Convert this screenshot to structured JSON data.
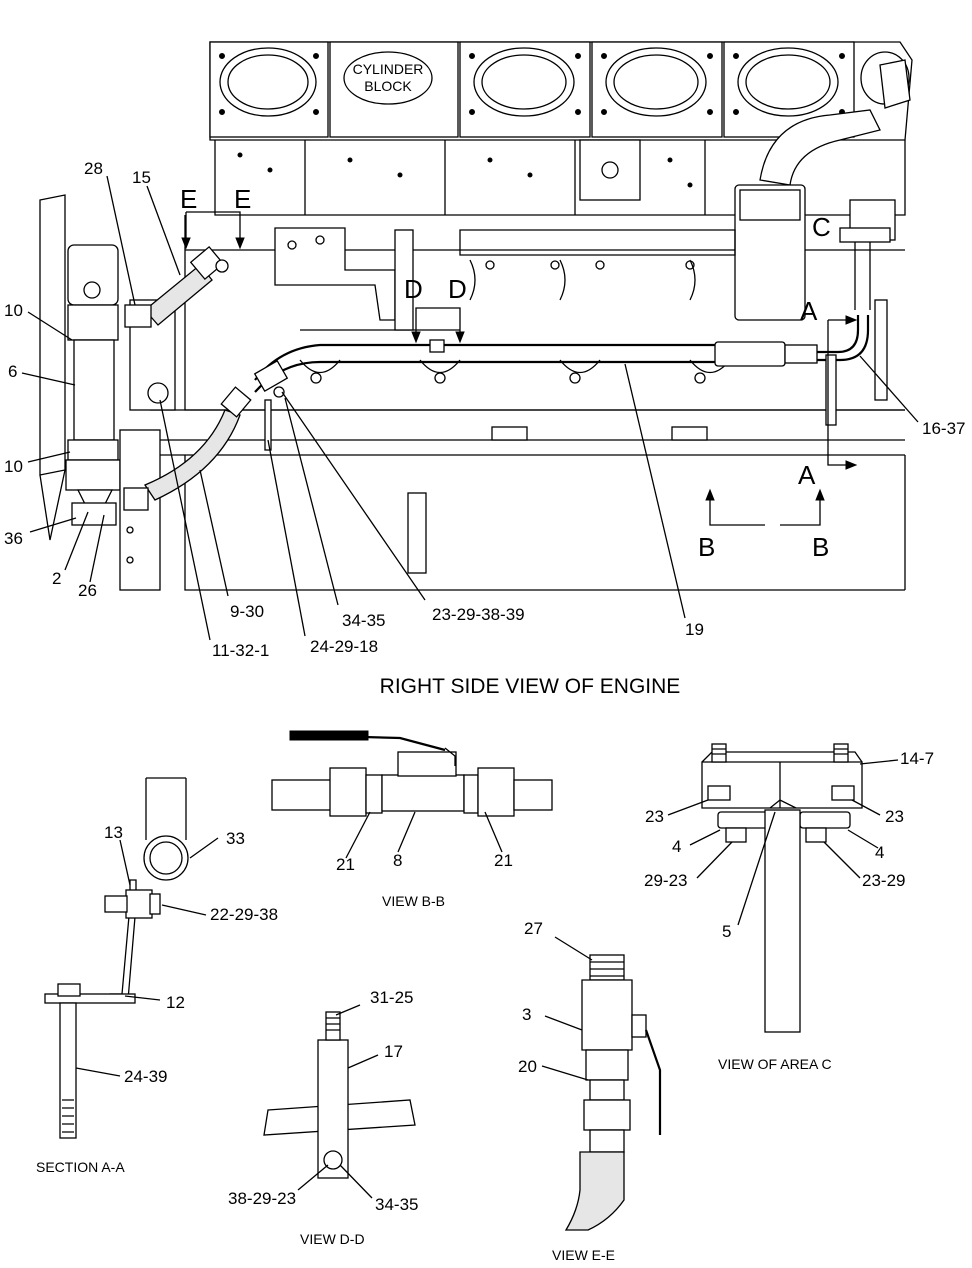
{
  "main_view": {
    "title": "RIGHT SIDE VIEW OF ENGINE",
    "block_label_line1": "CYLINDER",
    "block_label_line2": "BLOCK",
    "callouts": {
      "c28": "28",
      "c15": "15",
      "c10a": "10",
      "c6": "6",
      "c10b": "10",
      "c36": "36",
      "c2": "2",
      "c26": "26",
      "c9_30": "9-30",
      "c11_32_1": "11-32-1",
      "c24_29_18": "24-29-18",
      "c34_35": "34-35",
      "c23_29_38_39": "23-29-38-39",
      "c19": "19",
      "c16_37": "16-37"
    },
    "view_markers": {
      "e_left": "E",
      "e_right": "E",
      "d_left": "D",
      "d_right": "D",
      "a_top": "A",
      "a_bottom": "A",
      "b_left": "B",
      "b_right": "B",
      "c_area": "C"
    }
  },
  "section_a_a": {
    "caption": "SECTION A-A",
    "callouts": {
      "c13": "13",
      "c33": "33",
      "c22_29_38": "22-29-38",
      "c12": "12",
      "c24_39": "24-39"
    }
  },
  "view_b_b": {
    "caption": "VIEW B-B",
    "callouts": {
      "c21a": "21",
      "c8": "8",
      "c21b": "21"
    }
  },
  "view_d_d": {
    "caption": "VIEW D-D",
    "callouts": {
      "c31_25": "31-25",
      "c17": "17",
      "c38_29_23": "38-29-23",
      "c34_35": "34-35"
    }
  },
  "view_e_e": {
    "caption": "VIEW E-E",
    "callouts": {
      "c27": "27",
      "c3": "3",
      "c20": "20"
    }
  },
  "view_area_c": {
    "caption": "VIEW OF AREA C",
    "callouts": {
      "c14_7": "14-7",
      "c23a": "23",
      "c23b": "23",
      "c4a": "4",
      "c4b": "4",
      "c29_23": "29-23",
      "c23_29": "23-29",
      "c5": "5"
    }
  }
}
